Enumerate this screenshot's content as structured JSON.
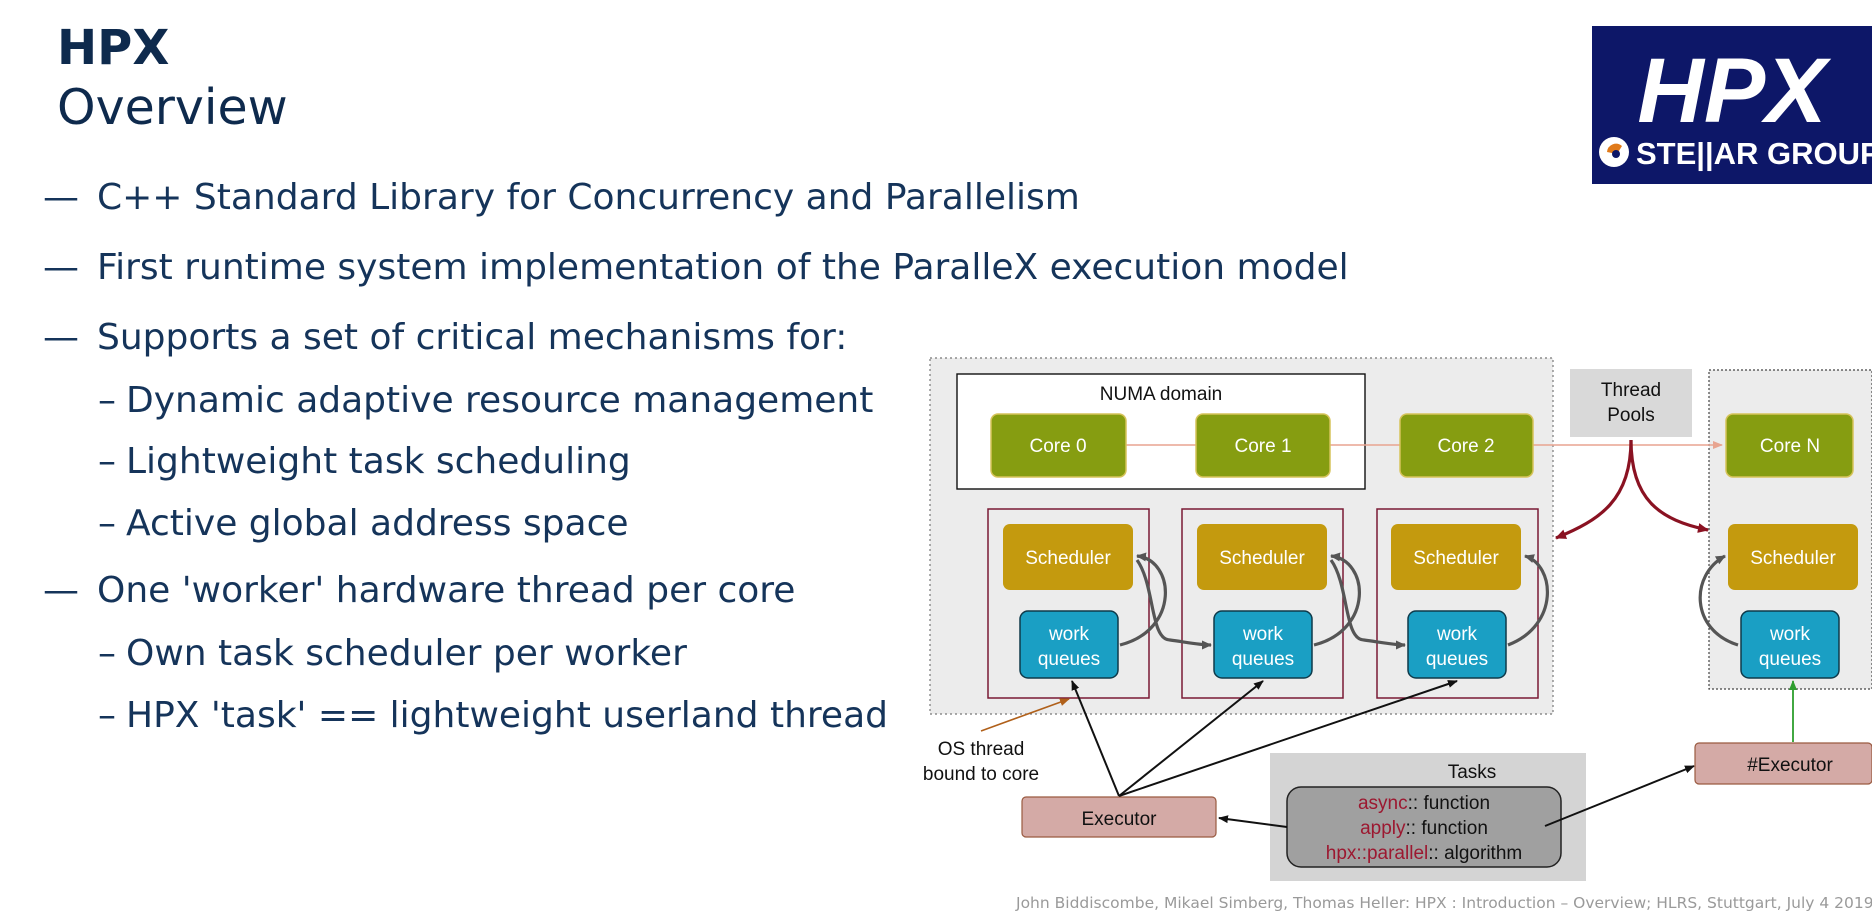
{
  "slide": {
    "title": "HPX",
    "subtitle": "Overview",
    "bullets": [
      {
        "mark": "—",
        "text": "C++ Standard Library for Concurrency and Parallelism"
      },
      {
        "mark": "—",
        "text": "First runtime system implementation of the ParalleX execution model"
      },
      {
        "mark": "—",
        "text": "Supports a set of critical mechanisms for:"
      },
      {
        "mark": "–",
        "text": "Dynamic adaptive resource management"
      },
      {
        "mark": "–",
        "text": "Lightweight task scheduling"
      },
      {
        "mark": "–",
        "text": "Active global address space"
      },
      {
        "mark": "—",
        "text": "One 'worker' hardware thread per core"
      },
      {
        "mark": "–",
        "text": "Own task scheduler per worker"
      },
      {
        "mark": "–",
        "text": "HPX 'task' == lightweight userland thread"
      }
    ],
    "footer": "John Biddiscombe, Mikael Simberg, Thomas Heller: HPX : Introduction – Overview; HLRS, Stuttgart, July 4 2019"
  },
  "logo": {
    "wordmark": "HPX",
    "group": "STE||AR GROUP",
    "colors": {
      "background": "#0d1768",
      "text": "#ffffff"
    }
  },
  "diagram": {
    "numa_label": "NUMA domain",
    "thread_pools_label_line1": "Thread",
    "thread_pools_label_line2": "Pools",
    "cores": [
      "Core 0",
      "Core 1",
      "Core 2",
      "Core N"
    ],
    "scheduler_label": "Scheduler",
    "work_label_line1": "work",
    "work_label_line2": "queues",
    "os_thread_line1": "OS thread",
    "os_thread_line2": "bound to core",
    "executor_label": "Executor",
    "custom_executor_label": "#Executor",
    "tasks_label": "Tasks",
    "task_lines": [
      {
        "keyword": "async",
        "rest": ":: function"
      },
      {
        "keyword": "apply",
        "rest": ":: function"
      },
      {
        "keyword": "hpx::parallel",
        "rest": ":: algorithm"
      }
    ],
    "colors": {
      "core": "#869d11",
      "scheduler": "#c49a0e",
      "work": "#1a9fc4",
      "executor": "#d4aaa6",
      "keyword": "#9c1830",
      "pool_arrow": "#8a1222",
      "green_arrow": "#2e9e2e"
    }
  }
}
